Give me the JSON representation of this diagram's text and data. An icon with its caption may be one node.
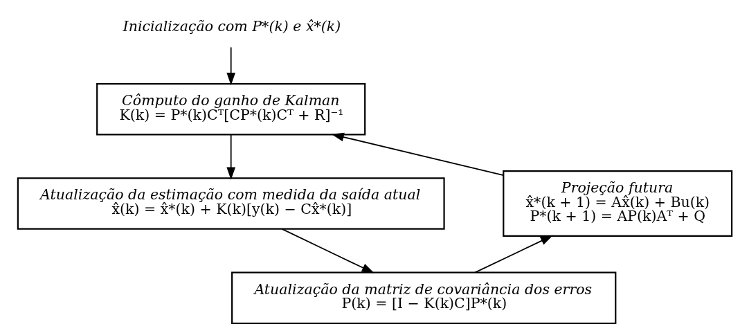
{
  "diagram": {
    "nodes": [
      {
        "text": [
          "Inicialização com P*(k) e x̂*(k)"
        ]
      },
      {
        "text": [
          "Cômputo do ganho de Kalman",
          "K(k) = P*(k)Cᵀ[CP*(k)Cᵀ + R]⁻¹"
        ]
      },
      {
        "text": [
          "Atualização da estimação com medida da saída atual",
          "x̂(k) = x̂*(k) + K(k)[y(k) − Cx̂*(k)]"
        ]
      },
      {
        "text": [
          "Atualização da matriz de covariância dos erros",
          "P(k) = [I − K(k)C]P*(k)"
        ]
      },
      {
        "text": [
          "Projeção futura",
          "x̂*(k + 1) = Ax̂(k) + Bu(k)",
          "P*(k + 1) = AP(k)Aᵀ + Q"
        ]
      }
    ],
    "edges": [
      {
        "from": 0,
        "to": 1,
        "arrow": "to"
      },
      {
        "from": 1,
        "to": 2,
        "arrow": "to"
      },
      {
        "from": 2,
        "to": 3,
        "arrow": "to"
      },
      {
        "from": 3,
        "to": 4,
        "arrow": "to"
      },
      {
        "from": 4,
        "to": 1,
        "arrow": "to"
      }
    ]
  }
}
